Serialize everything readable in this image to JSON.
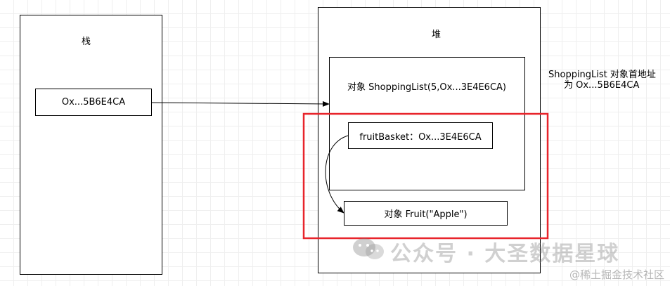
{
  "stack": {
    "title": "栈",
    "ref": "Ox...5B6E4CA"
  },
  "heap": {
    "title": "堆",
    "shopping_list_object": "对象 ShoppingList(5,Ox...3E4E6CA)",
    "fruit_basket_field": "fruitBasket：Ox...3E4E6CA",
    "fruit_object": "对象 Fruit(\"Apple\")"
  },
  "annotation": {
    "line1": "ShoppingList 对象首地址",
    "line2": "为 Ox...5B6E4CA"
  },
  "highlight_color": "#e8242b",
  "watermark": {
    "main": "公众号 · 大圣数据星球",
    "sub": "@稀土掘金技术社区",
    "logo_icon": "wechat-icon"
  }
}
